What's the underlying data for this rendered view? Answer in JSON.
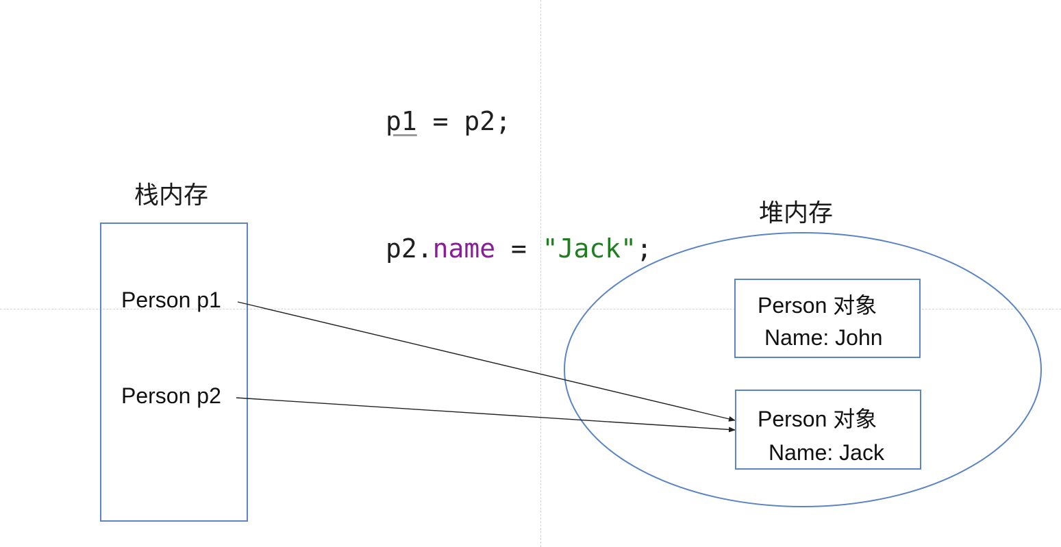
{
  "code": {
    "line1": {
      "lhs": "p1",
      "rest": " = p2;"
    },
    "line2": {
      "obj": "p2.",
      "field": "name",
      "eq": " = ",
      "str": "\"Jack\"",
      "end": ";"
    }
  },
  "stack": {
    "title": "栈内存",
    "variables": [
      "Person p1",
      "Person p2"
    ]
  },
  "heap": {
    "title": "堆内存",
    "objects": [
      {
        "title": "Person 对象",
        "field": "Name: John"
      },
      {
        "title": "Person 对象",
        "field": "Name: Jack"
      }
    ]
  },
  "references": [
    {
      "from": "Person p1",
      "to": "Name: Jack"
    },
    {
      "from": "Person p2",
      "to": "Name: Jack"
    }
  ],
  "colors": {
    "outline": "#5b84c4",
    "field_highlight": "#8a1b9a",
    "string_literal": "#1e7d1e"
  }
}
